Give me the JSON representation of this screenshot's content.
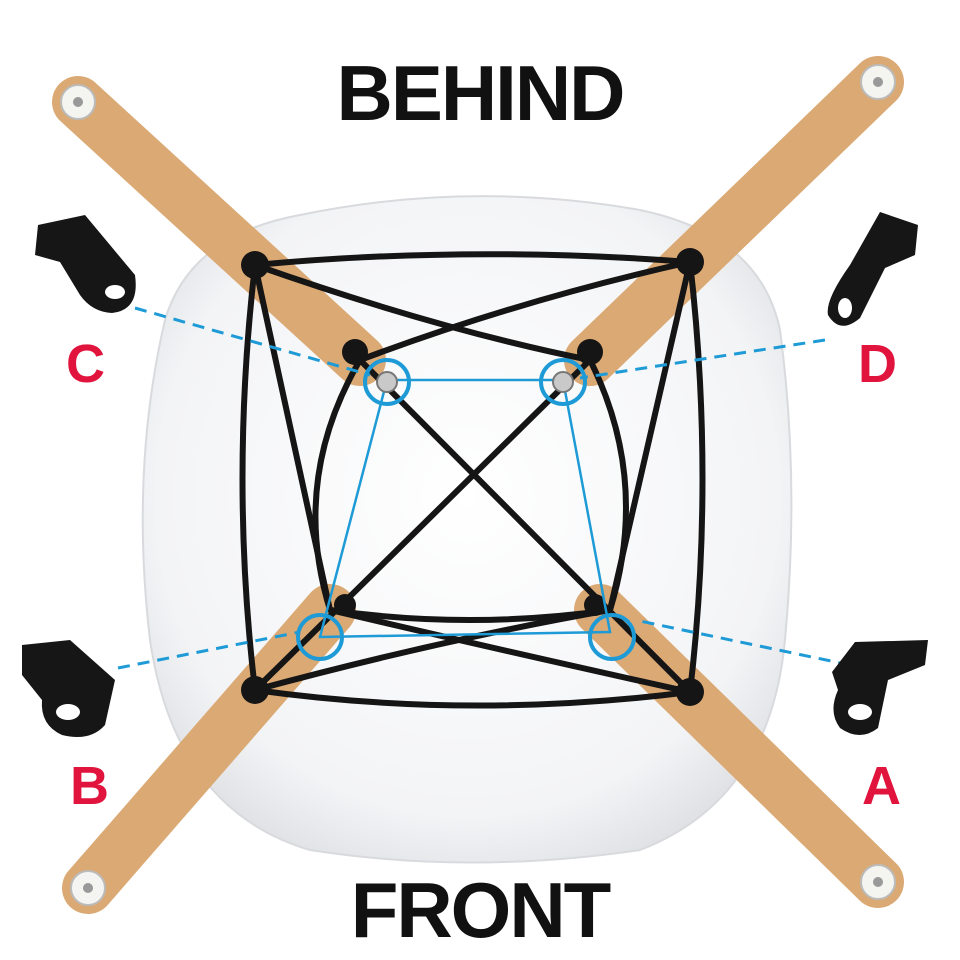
{
  "titles": {
    "top": "BEHIND",
    "bottom": "FRONT"
  },
  "labels": {
    "a": "A",
    "b": "B",
    "c": "C",
    "d": "D"
  },
  "colors": {
    "label": "#e0143c",
    "guide": "#1e9bd7",
    "wood": "#dba974",
    "frame": "#151515"
  },
  "icons": {
    "bracket": "l-bracket-icon",
    "screw": "screw-icon"
  }
}
